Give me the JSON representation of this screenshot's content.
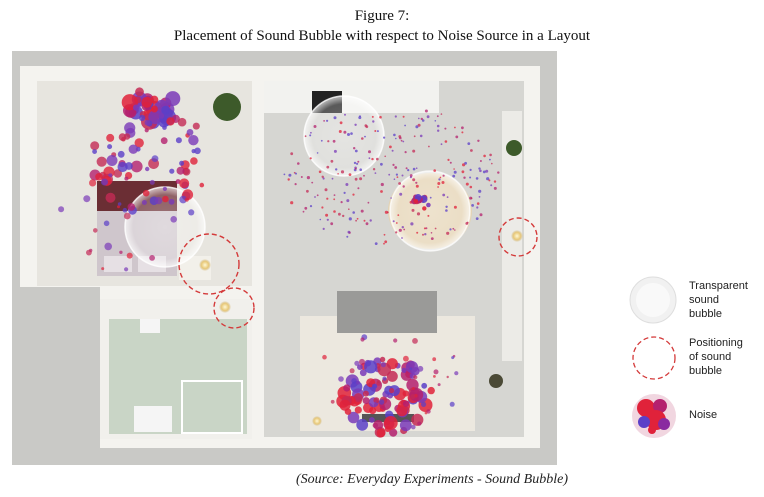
{
  "figure": {
    "number": "Figure 7:",
    "title": "Placement of Sound Bubble with respect to Noise Source in a Layout"
  },
  "legend": {
    "items": [
      {
        "icon": "transparent-bubble-icon",
        "label_lines": [
          "Transparent",
          "sound",
          "bubble"
        ]
      },
      {
        "icon": "dashed-circle-icon",
        "label_lines": [
          "Positioning",
          "of sound",
          "bubble"
        ]
      },
      {
        "icon": "noise-blob-icon",
        "label_lines": [
          "Noise"
        ]
      }
    ]
  },
  "source": "(Source: Everyday Experiments - Sound Bubble)",
  "colors": {
    "noise_red": "#e0223a",
    "noise_purple": "#5b3fc8",
    "noise_magenta": "#b4206e",
    "dashed_circle": "#d43a3a",
    "floor": "#d8d8d3",
    "wall": "#f3f2ee"
  }
}
